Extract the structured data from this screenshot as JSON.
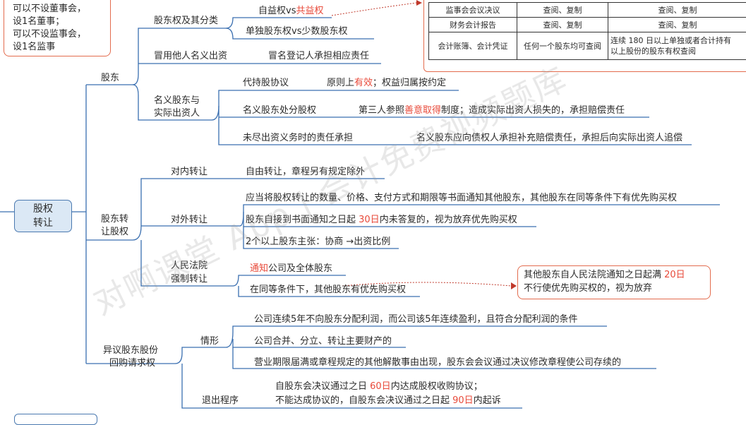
{
  "top_left_note": {
    "lines": [
      "可以不设董事会，",
      "设1名董事；",
      "可以不设监事会，",
      "设1名监事"
    ]
  },
  "right_table": {
    "rows": [
      [
        "监事会会议决议",
        "查阅、复制",
        "查阅、复制"
      ],
      [
        "财务会计报告",
        "查阅、复制",
        "查阅、复制"
      ],
      [
        "会计账簿、会计凭证",
        "任何一个股东均可查阅",
        "连续 180 日以上单独或者合计持有\n以上股份的股东有权查阅"
      ]
    ]
  },
  "root": {
    "label_line1": "股权",
    "label_line2": "转让"
  },
  "shareholder": {
    "label": "股东",
    "rights_class": {
      "label": "股东权及其分类",
      "item1_prefix": "自益权vs",
      "item1_highlight": "共益权",
      "item2": "单独股东权vs少数股东权"
    },
    "impersonation": {
      "label": "冒用他人名义出资",
      "item": "冒名登记人承担相应责任"
    },
    "nominee": {
      "label_line1": "名义股东与",
      "label_line2": "实际出资人",
      "proxy": {
        "label": "代持股协议",
        "detail_prefix": "原则上",
        "detail_highlight": "有效",
        "detail_suffix": "；权益归属按约定"
      },
      "disposal": {
        "label": "名义股东处分股权",
        "detail_prefix": "第三人参照",
        "detail_highlight": "善意取得",
        "detail_suffix": "制度；造成实际出资人损失的，承担赔偿责任"
      },
      "unpaid": {
        "label": "未尽出资义务时的责任承担",
        "detail": "名义股东应向债权人承担补充赔偿责任，承担后向实际出资人追偿"
      }
    }
  },
  "transfer": {
    "label_line1": "股东转",
    "label_line2": "让股权",
    "internal": {
      "label": "对内转让",
      "detail": "自由转让，章程另有规定除外"
    },
    "external": {
      "label": "对外转让",
      "item1": "应当将股权转让的数量、价格、支付方式和期限等书面通知其他股东，其他股东在同等条件下有优先购买权",
      "item2_prefix": "股东自接到书面通知之日起 ",
      "item2_highlight": "30日",
      "item2_suffix": "内未答复的，视为放弃优先购买权",
      "item3": "2个以上股东主张：协商 →出资比例"
    },
    "court": {
      "label_line1": "人民法院",
      "label_line2": "强制转让",
      "item1_highlight": "通知",
      "item1_suffix": "公司及全体股东",
      "item2": "在同等条件下，其他股东有优先购买权",
      "callout_prefix": "其他股东自人民法院通知之日起满 ",
      "callout_highlight": "20日",
      "callout_line2": "不行使优先购买权的，视为放弃"
    }
  },
  "appraisal": {
    "label_line1": "异议股东股份",
    "label_line2": "回购请求权",
    "cases": {
      "label": "情形",
      "item1": "公司连续5年不向股东分配利润，而公司该5年连续盈利，且符合分配利润的条件",
      "item2": "公司合并、分立、转让主要财产的",
      "item3": "营业期限届满或章程规定的其他解散事由出现，股东会会议通过决议修改章程使公司存续的"
    },
    "exit": {
      "label": "退出程序",
      "line1_prefix": "自股东会决议通过之日 ",
      "line1_highlight": "60日",
      "line1_suffix": "内达成股权收购协议；",
      "line2_prefix": "不能达成协议的，自股东会决议通过之日起 ",
      "line2_highlight": "90日",
      "line2_suffix": "内起诉"
    }
  },
  "watermark": "对啊课堂 App | 会计免费视频题库",
  "colors": {
    "branch": "#3a6fb0",
    "highlight": "#e84a3a",
    "callout_border": "#e36c4e",
    "root_fill": "#dbe8f5"
  }
}
